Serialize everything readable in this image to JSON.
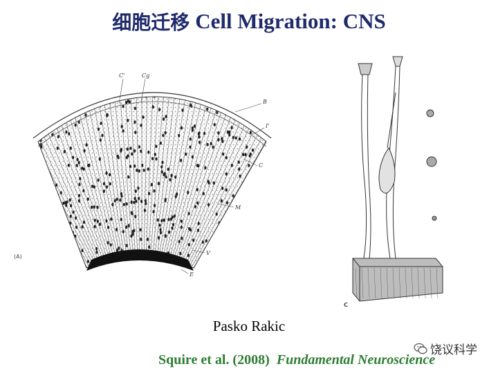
{
  "title": {
    "chinese": "细胞迁移",
    "english": "Cell Migration: CNS"
  },
  "figure_a": {
    "panel_label": "(A)",
    "labels": [
      "C'",
      "Cg",
      "B",
      "I'",
      "C",
      "M",
      "V",
      "E"
    ]
  },
  "figure_c": {
    "panel_label": "C"
  },
  "author": "Pasko Rakic",
  "citation": {
    "authors_year": "Squire et al. (2008)",
    "book": "Fundamental Neuroscience"
  },
  "watermark": {
    "text": "饶议科学",
    "icon": "wechat-icon"
  },
  "colors": {
    "title": "#1f2a6b",
    "citation": "#2e7d33"
  }
}
